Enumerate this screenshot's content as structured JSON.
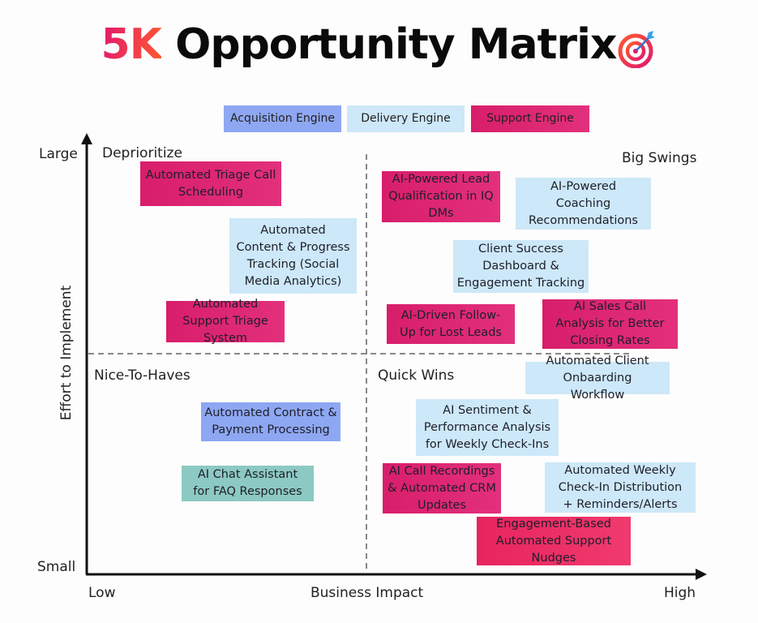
{
  "header": {
    "brand": "5K",
    "title": " Opportunity Matrix",
    "icon": "target-icon"
  },
  "legend": [
    {
      "label": "Acquisition Engine",
      "color": "#8ea7f2"
    },
    {
      "label": "Delivery Engine",
      "color": "#cde8f8"
    },
    {
      "label": "Support Engine",
      "color": "#d81e6a"
    }
  ],
  "axes": {
    "y_label": "Effort to Implement",
    "y_high": "Large",
    "y_low": "Small",
    "x_label": "Business Impact",
    "x_low": "Low",
    "x_high": "High"
  },
  "quadrants": {
    "top_left": "Deprioritize",
    "top_right": "Big Swings",
    "bottom_left": "Nice-To-Haves",
    "bottom_right": "Quick Wins"
  },
  "items": [
    {
      "text": "Automated Triage Call Scheduling",
      "engine": "support",
      "quadrant": "Deprioritize"
    },
    {
      "text": "Automated Content & Progress Tracking (Social Media Analytics)",
      "engine": "delivery",
      "quadrant": "Deprioritize"
    },
    {
      "text": "Automated Support Triage System",
      "engine": "support",
      "quadrant": "Deprioritize"
    },
    {
      "text": "AI-Powered Lead Qualification in IQ DMs",
      "engine": "support",
      "quadrant": "Big Swings"
    },
    {
      "text": "AI-Powered Coaching Recommendations",
      "engine": "delivery",
      "quadrant": "Big Swings"
    },
    {
      "text": "Client Success Dashboard & Engagement Tracking",
      "engine": "delivery",
      "quadrant": "Big Swings"
    },
    {
      "text": "AI-Driven Follow-Up for Lost Leads",
      "engine": "support",
      "quadrant": "Big Swings"
    },
    {
      "text": "AI Sales Call Analysis for Better Closing Rates",
      "engine": "support",
      "quadrant": "Big Swings"
    },
    {
      "text": "Automated Contract & Payment Processing",
      "engine": "acquisition",
      "quadrant": "Nice-To-Haves"
    },
    {
      "text": "AI Chat Assistant for FAQ Responses",
      "engine": "other",
      "quadrant": "Nice-To-Haves"
    },
    {
      "text": "Automated Client Onbaarding Workflow",
      "engine": "delivery",
      "quadrant": "Quick Wins"
    },
    {
      "text": "AI Sentiment & Performance Analysis for Weekly Check-Ins",
      "engine": "delivery",
      "quadrant": "Quick Wins"
    },
    {
      "text": "AI Call Recordings & Automated CRM Updates",
      "engine": "support",
      "quadrant": "Quick Wins"
    },
    {
      "text": "Automated Weekly Check-In Distribution + Reminders/Alerts",
      "engine": "delivery",
      "quadrant": "Quick Wins"
    },
    {
      "text": "Engagement-Based Automated Support Nudges",
      "engine": "support",
      "quadrant": "Quick Wins"
    }
  ]
}
